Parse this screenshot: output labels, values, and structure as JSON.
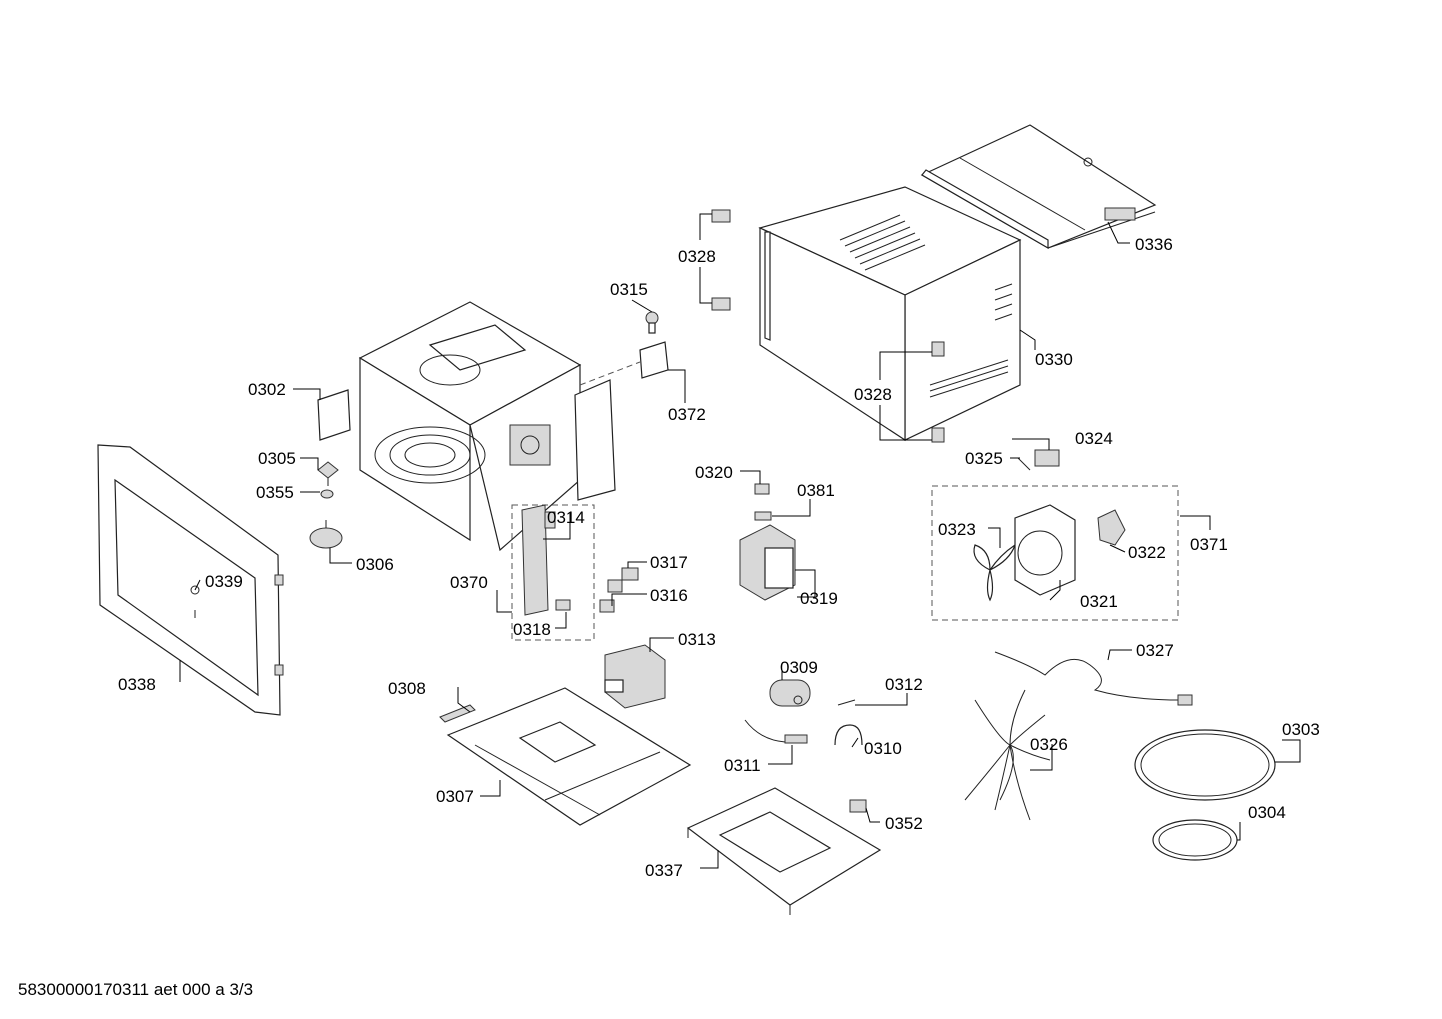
{
  "labels": {
    "p0302": "0302",
    "p0303": "0303",
    "p0304": "0304",
    "p0305": "0305",
    "p0306": "0306",
    "p0307": "0307",
    "p0308": "0308",
    "p0309": "0309",
    "p0310": "0310",
    "p0311": "0311",
    "p0312": "0312",
    "p0313": "0313",
    "p0314": "0314",
    "p0315": "0315",
    "p0316": "0316",
    "p0317": "0317",
    "p0318": "0318",
    "p0319": "0319",
    "p0320": "0320",
    "p0321": "0321",
    "p0322": "0322",
    "p0323": "0323",
    "p0324": "0324",
    "p0325": "0325",
    "p0326": "0326",
    "p0327": "0327",
    "p0328a": "0328",
    "p0328b": "0328",
    "p0330": "0330",
    "p0336": "0336",
    "p0337": "0337",
    "p0338": "0338",
    "p0339": "0339",
    "p0352": "0352",
    "p0355": "0355",
    "p0370": "0370",
    "p0371": "0371",
    "p0372": "0372",
    "p0381": "0381"
  },
  "footer": "58300000170311 aet 000 a 3/3"
}
